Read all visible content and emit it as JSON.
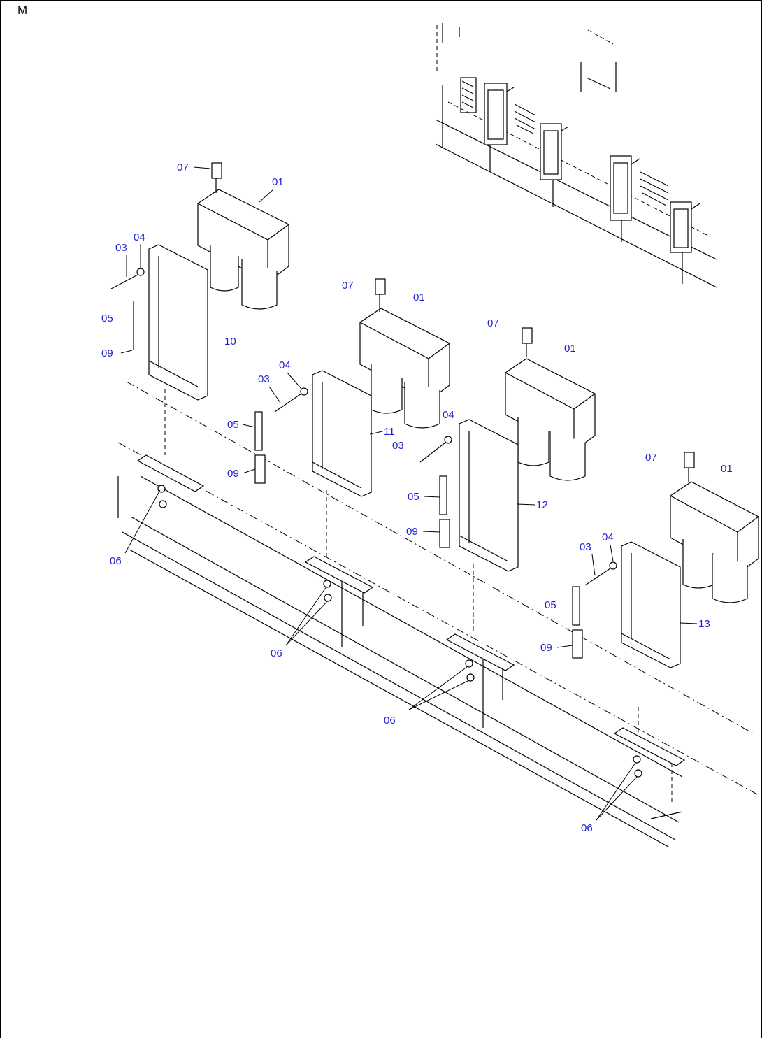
{
  "sheet": {
    "letter": "M"
  },
  "colors": {
    "callout": "#1f1fd0",
    "line": "#000000"
  },
  "callouts": {
    "g1": {
      "c07": "07",
      "c01": "01",
      "c03": "03",
      "c04": "04",
      "c05": "05",
      "c09": "09",
      "c10": "10",
      "c06": "06"
    },
    "g2": {
      "c07": "07",
      "c01": "01",
      "c03": "03",
      "c04": "04",
      "c05": "05",
      "c09": "09",
      "c11": "11",
      "c06": "06"
    },
    "g3": {
      "c07": "07",
      "c01": "01",
      "c03": "03",
      "c04": "04",
      "c05": "05",
      "c09": "09",
      "c12": "12",
      "c06": "06"
    },
    "g4": {
      "c07": "07",
      "c01": "01",
      "c03": "03",
      "c04": "04",
      "c05": "05",
      "c09": "09",
      "c13": "13",
      "c06": "06"
    }
  }
}
